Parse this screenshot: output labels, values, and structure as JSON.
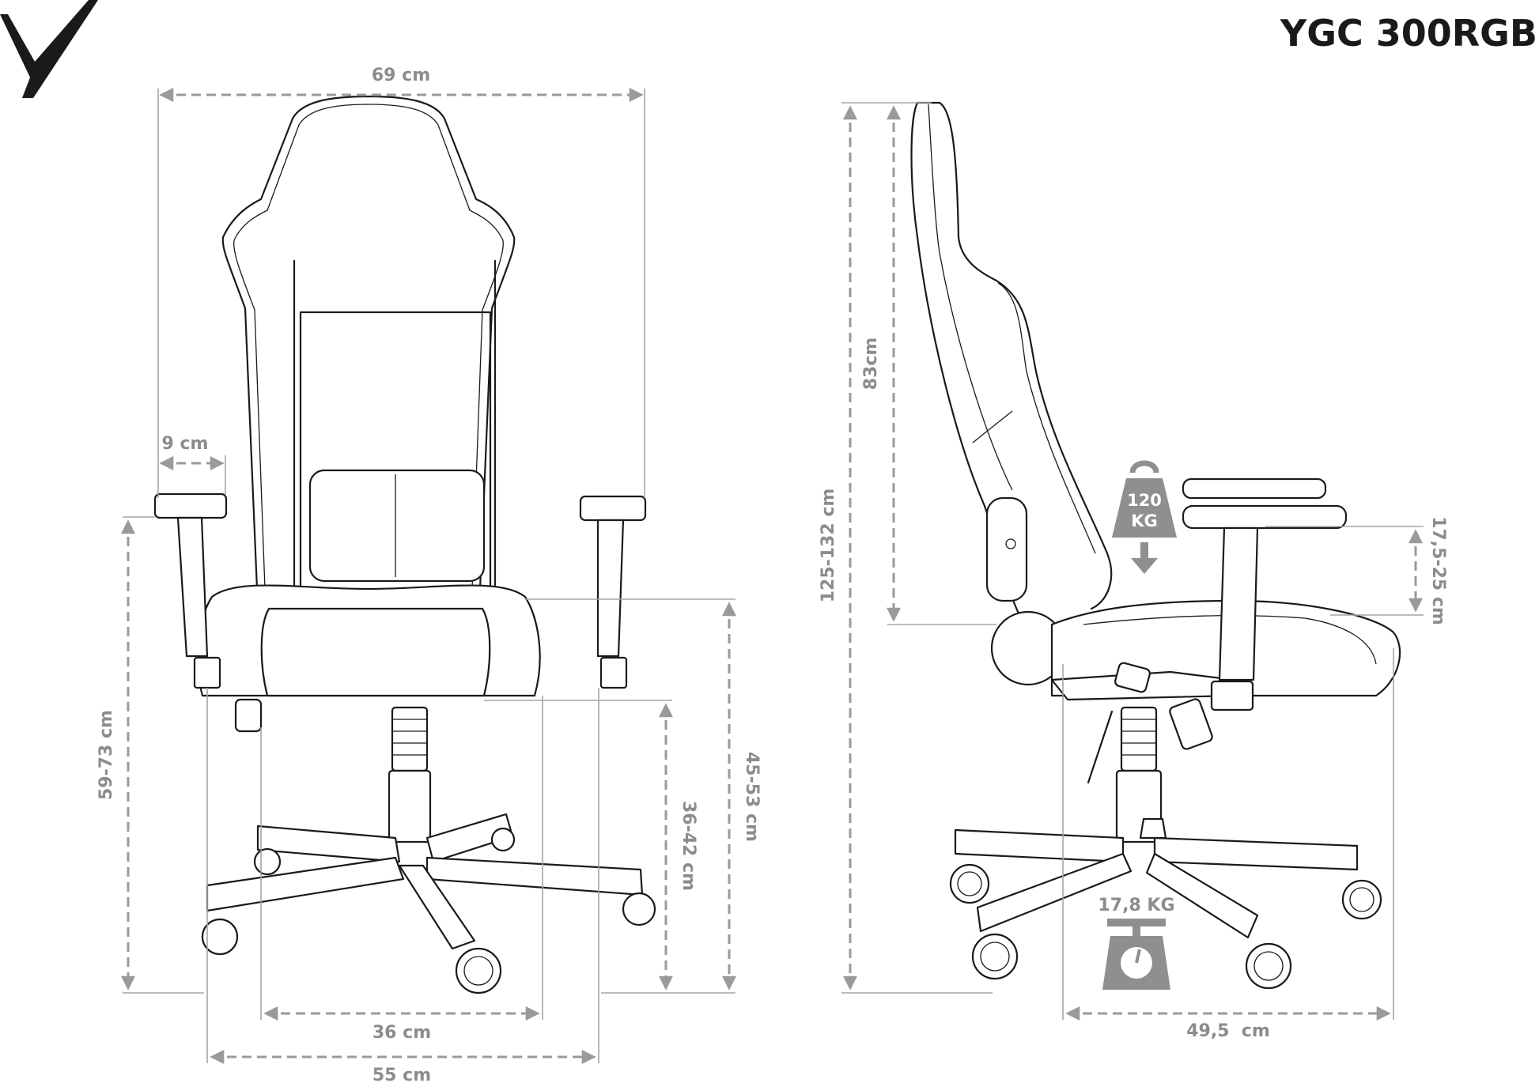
{
  "brand": {
    "logo_icon": "y-logo-icon"
  },
  "header": {
    "model": "YGC 300RGB"
  },
  "front_view": {
    "width_total": "69 cm",
    "armrest_width": "9 cm",
    "armrest_height": "59-73 cm",
    "seat_height": "45-53 cm",
    "seat_depth_front": "36-42 cm",
    "seat_inner_width": "36 cm",
    "base_width": "55 cm"
  },
  "side_view": {
    "total_height": "125-132 cm",
    "backrest_height": "83cm",
    "armrest_adjust": "17,5-25 cm",
    "seat_depth": "49,5  cm"
  },
  "badges": {
    "max_load_value": "120",
    "max_load_unit": "KG",
    "max_load_icon": "weight-icon",
    "chair_weight": "17,8 KG",
    "chair_weight_icon": "scale-icon"
  },
  "colors": {
    "line": "#1a1a1a",
    "dimension": "#8c8c8c",
    "badge": "#8f8f8f"
  }
}
